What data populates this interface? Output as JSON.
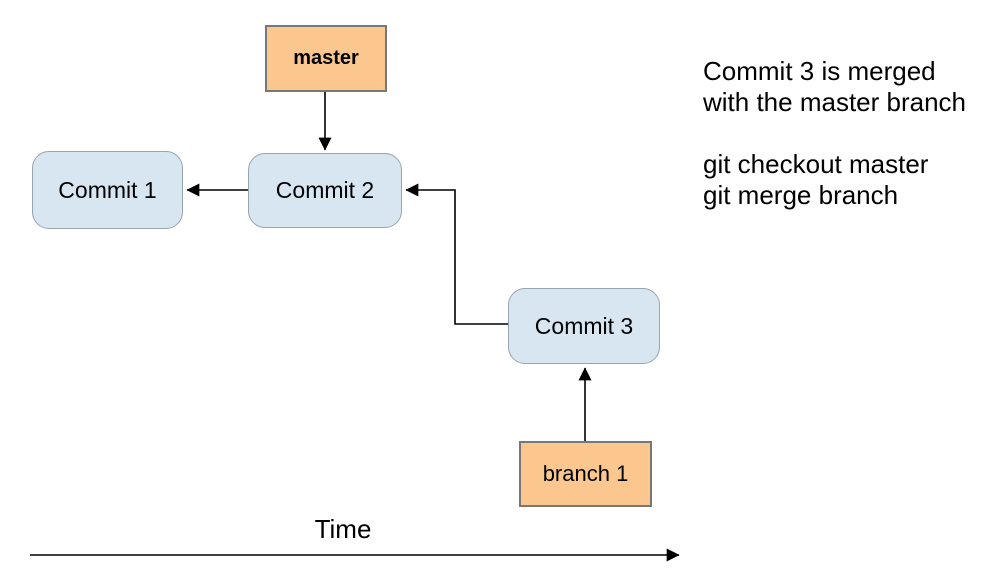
{
  "diagram": {
    "nodes": {
      "master": {
        "label": "master"
      },
      "commit1": {
        "label": "Commit 1"
      },
      "commit2": {
        "label": "Commit 2"
      },
      "commit3": {
        "label": "Commit 3"
      },
      "branch1": {
        "label": "branch 1"
      }
    },
    "annotation": {
      "lines": [
        "Commit 3 is merged",
        "with the master branch",
        "",
        "git checkout master",
        "git merge branch"
      ]
    },
    "time_axis": {
      "label": "Time"
    },
    "colors": {
      "branch_fill": "#FBC78F",
      "branch_border": "#777777",
      "commit_fill": "#D8E6F2",
      "commit_border": "#98A4B0",
      "line": "#000000",
      "background": "#ffffff"
    }
  }
}
